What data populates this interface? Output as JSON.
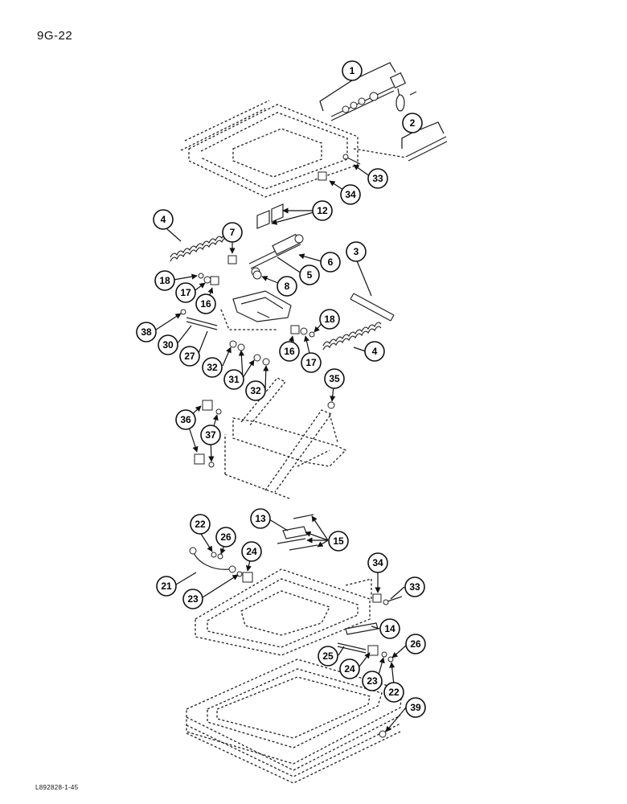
{
  "header": {
    "page_code": "9G-22"
  },
  "footer": {
    "figure_code": "L892828-1-45"
  },
  "callouts": [
    "1",
    "2",
    "33",
    "34",
    "12",
    "4",
    "7",
    "6",
    "3",
    "5",
    "8",
    "18",
    "17",
    "16",
    "38",
    "30",
    "27",
    "32",
    "31",
    "32",
    "18",
    "16",
    "17",
    "4",
    "35",
    "36",
    "37",
    "13",
    "15",
    "22",
    "26",
    "24",
    "21",
    "23",
    "34",
    "33",
    "14",
    "25",
    "24",
    "23",
    "22",
    "26",
    "39"
  ]
}
